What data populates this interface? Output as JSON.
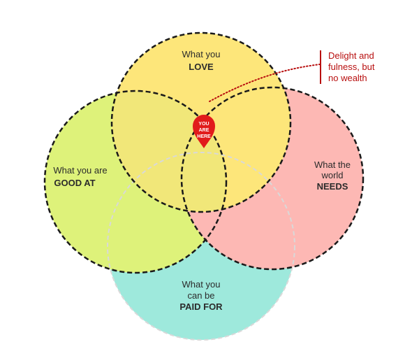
{
  "colors": {
    "love": "#fde67a",
    "good_at": "#def27a",
    "needs": "#fdb8b4",
    "paid_for": "#9ee9dc",
    "overlap_love_good": "#f1e779",
    "outline": "#1a1a1a",
    "pin": "#e11b1b",
    "callout": "#b80f0f"
  },
  "circles": {
    "love": {
      "line1": "What you",
      "line2": "LOVE"
    },
    "good_at": {
      "line1": "What you are",
      "line2": "GOOD AT"
    },
    "needs": {
      "line1": "What the",
      "line2": "world",
      "line3": "NEEDS"
    },
    "paid_for": {
      "line1": "What you",
      "line2": "can be",
      "line3": "PAID FOR"
    }
  },
  "pin": {
    "line1": "YOU",
    "line2": "ARE",
    "line3": "HERE"
  },
  "callout": {
    "line1": "Delight and",
    "line2": "fulness, but",
    "line3": "no wealth"
  }
}
